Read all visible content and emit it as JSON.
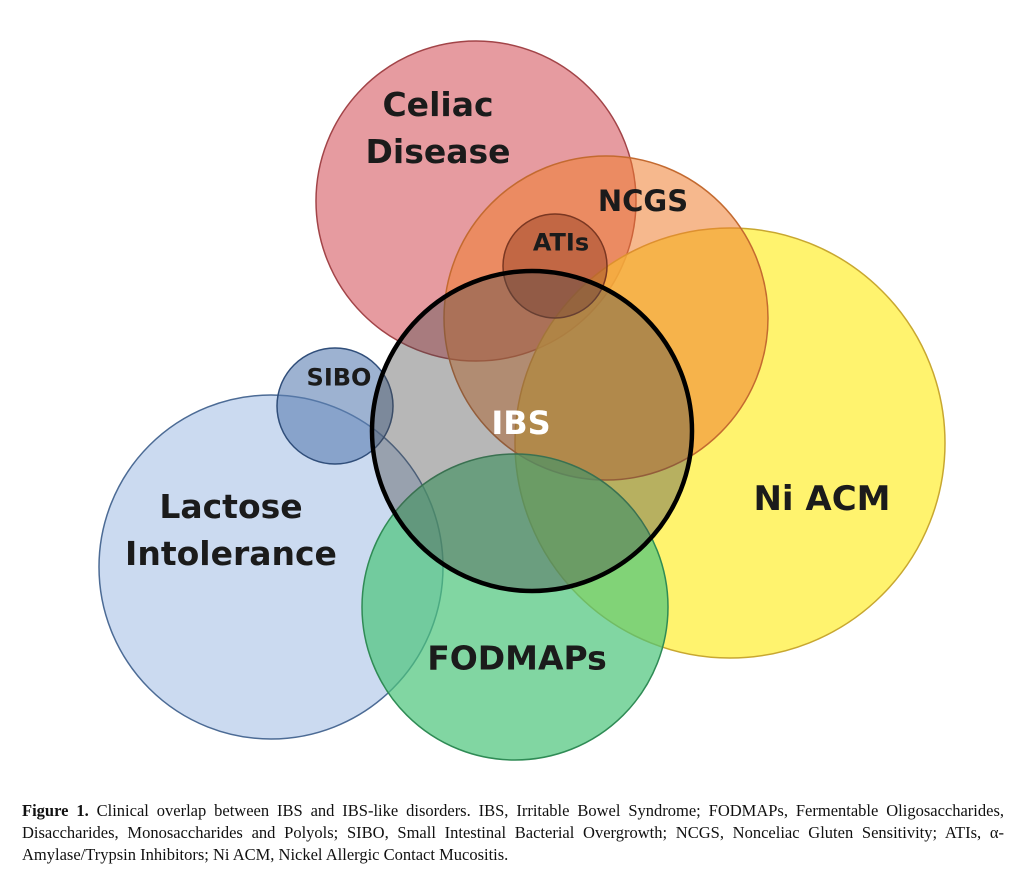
{
  "diagram": {
    "circles": [
      {
        "id": "celiac",
        "lines": [
          "Celiac",
          "Disease"
        ],
        "fill": "#d9666d",
        "stroke": "#a24448"
      },
      {
        "id": "ni-acm",
        "lines": [
          "Ni ACM"
        ],
        "fill": "#fff04a",
        "stroke": "#c8a730"
      },
      {
        "id": "ncgs",
        "lines": [
          "NCGS"
        ],
        "fill": "#ef7d2f",
        "stroke": "#c36a30"
      },
      {
        "id": "lactose",
        "lines": [
          "Lactose",
          "Intolerance"
        ],
        "fill": "#a8c2e6",
        "stroke": "#4c6b95"
      },
      {
        "id": "fodmaps",
        "lines": [
          "FODMAPs"
        ],
        "fill": "#4cc47a",
        "stroke": "#2f8b55"
      },
      {
        "id": "sibo",
        "lines": [
          "SIBO"
        ],
        "fill": "#5c7eb2",
        "stroke": "#304e7a"
      },
      {
        "id": "atis",
        "lines": [
          "ATIs"
        ],
        "fill": "#a04a2c",
        "stroke": "#7a3722"
      },
      {
        "id": "ibs",
        "lines": [
          "IBS"
        ],
        "fill": "#4a4a4a",
        "stroke": "#000000"
      }
    ]
  },
  "caption": {
    "figure_label": "Figure 1.",
    "text": "Clinical overlap between IBS and IBS-like disorders. IBS, Irritable Bowel Syndrome; FODMAPs, Fermentable Oligosaccharides, Disaccharides, Monosaccharides and Polyols; SIBO, Small Intestinal Bacterial Overgrowth; NCGS, Nonceliac Gluten Sensitivity; ATIs, α-Amylase/Trypsin Inhibitors; Ni ACM, Nickel Allergic Contact Mucositis."
  }
}
